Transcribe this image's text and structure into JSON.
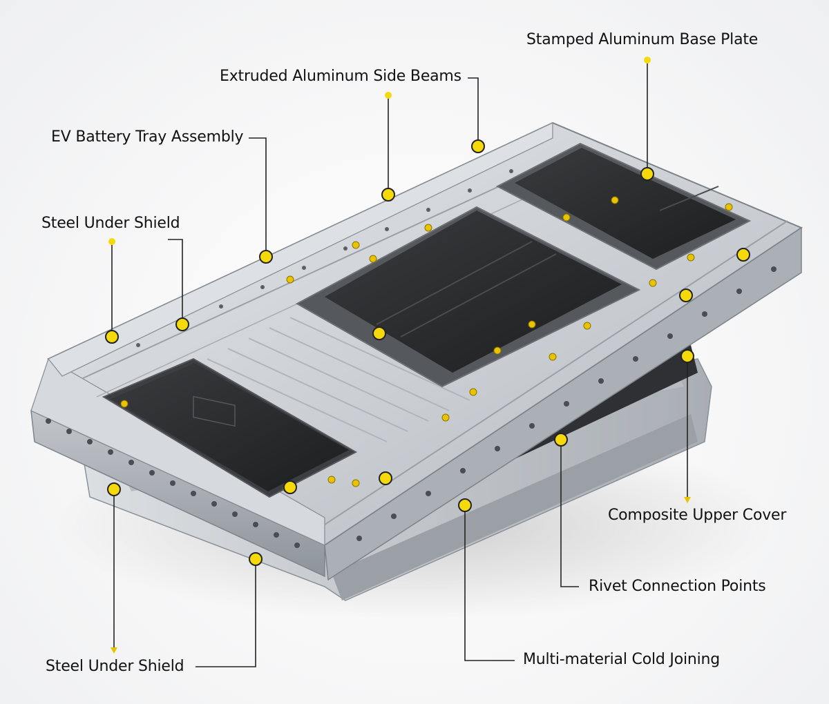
{
  "diagram": {
    "labels": {
      "stamped_base_plate": "Stamped Aluminum Base Plate",
      "extruded_side_beams": "Extruded Aluminum Side Beams",
      "ev_tray_assembly": "EV Battery Tray Assembly",
      "steel_under_shield_top": "Steel Under Shield",
      "composite_upper_cover": "Composite Upper Cover",
      "rivet_connection_points": "Rivet Connection Points",
      "multi_material_cold_joining": "Multi-material Cold Joining",
      "steel_under_shield_bottom": "Steel Under Shield"
    },
    "colors": {
      "marker": "#f5d90a",
      "leader_line": "#222222",
      "aluminum": "#c9cdd2",
      "panel": "#2a2b2d"
    }
  }
}
